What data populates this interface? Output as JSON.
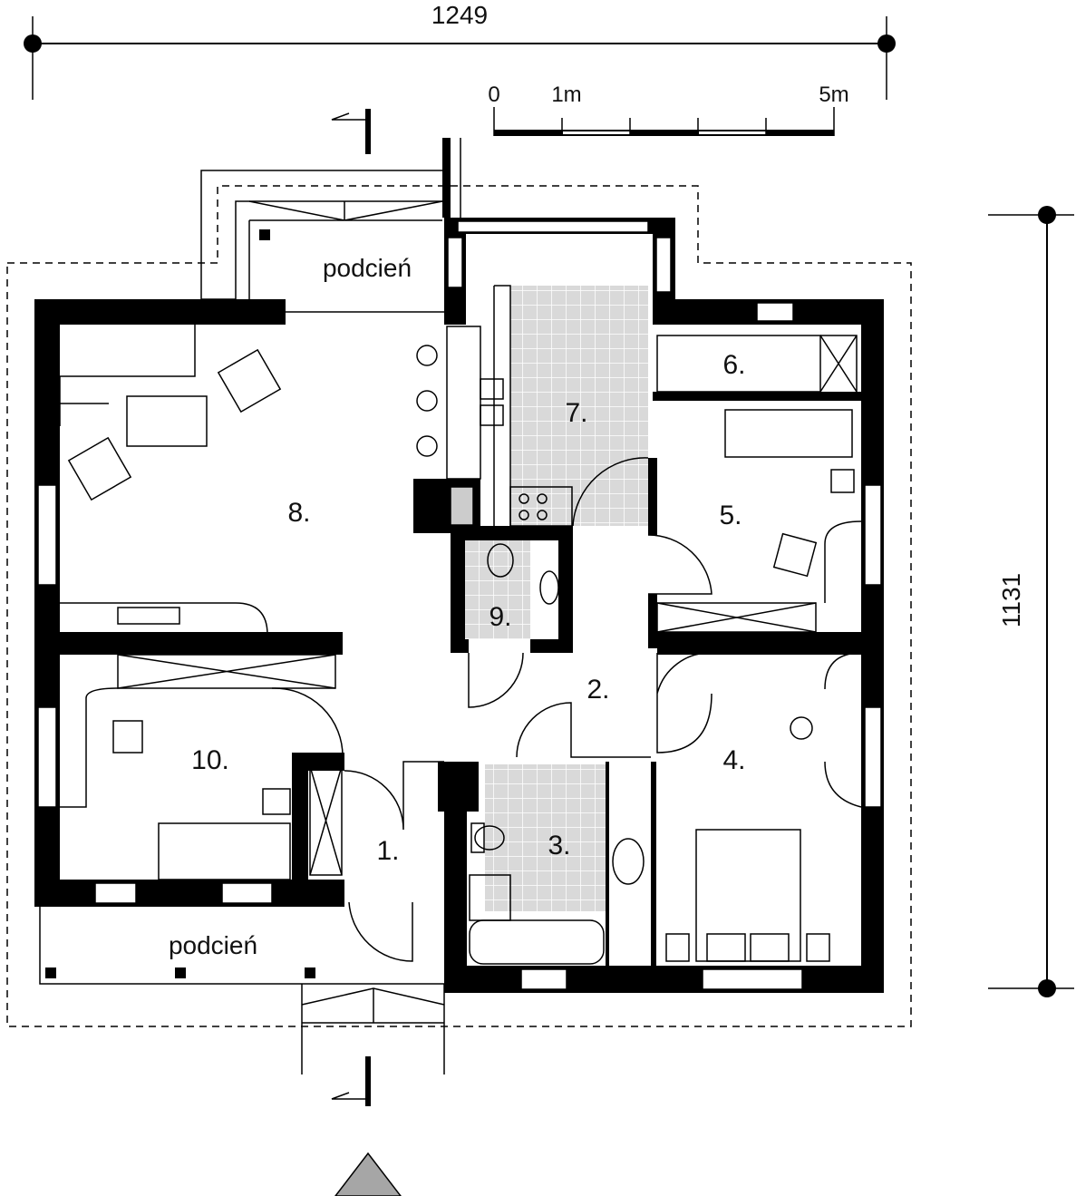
{
  "dimensions": {
    "width": "1249",
    "height": "1131"
  },
  "scale_bar": {
    "start": "0",
    "one": "1m",
    "five": "5m"
  },
  "labels": {
    "porch_top": "podcień",
    "porch_bottom": "podcień"
  },
  "rooms": [
    "1.",
    "2.",
    "3.",
    "4.",
    "5.",
    "6.",
    "7.",
    "8.",
    "9.",
    "10."
  ],
  "colors": {
    "wall": "#000000",
    "tile": "#d9d9d9",
    "north_marker": "#a6a6a6"
  }
}
